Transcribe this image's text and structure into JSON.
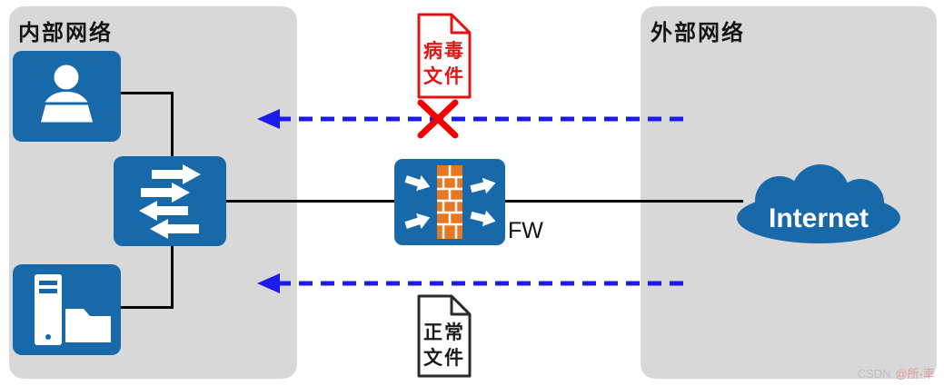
{
  "diagram": {
    "internal_panel_label": "内部网络",
    "external_panel_label": "外部网络",
    "firewall_label": "FW",
    "internet_label": "Internet",
    "virus_file": {
      "line1": "病毒",
      "line2": "文件"
    },
    "normal_file": {
      "line1": "正常",
      "line2": "文件"
    }
  },
  "icons": {
    "user": "user-workstation-icon",
    "switch": "switch-icon",
    "server": "server-storage-icon",
    "firewall": "firewall-icon",
    "internet": "internet-cloud-icon",
    "virus_document": "virus-file-icon",
    "normal_document": "normal-file-icon",
    "blocked_mark": "blocked-x-icon",
    "top_arrow": "blocked-traffic-arrow",
    "bottom_arrow": "allowed-traffic-arrow"
  },
  "watermark": {
    "brand": "CSDN",
    "user": "@所-幸"
  },
  "colors": {
    "node_blue": "#1769aa",
    "panel_gray": "#d8d8d8",
    "arrow_blue": "#1c1ce8",
    "alert_red": "#e51212",
    "brick_orange": "#e87722",
    "line_black": "#000000"
  }
}
